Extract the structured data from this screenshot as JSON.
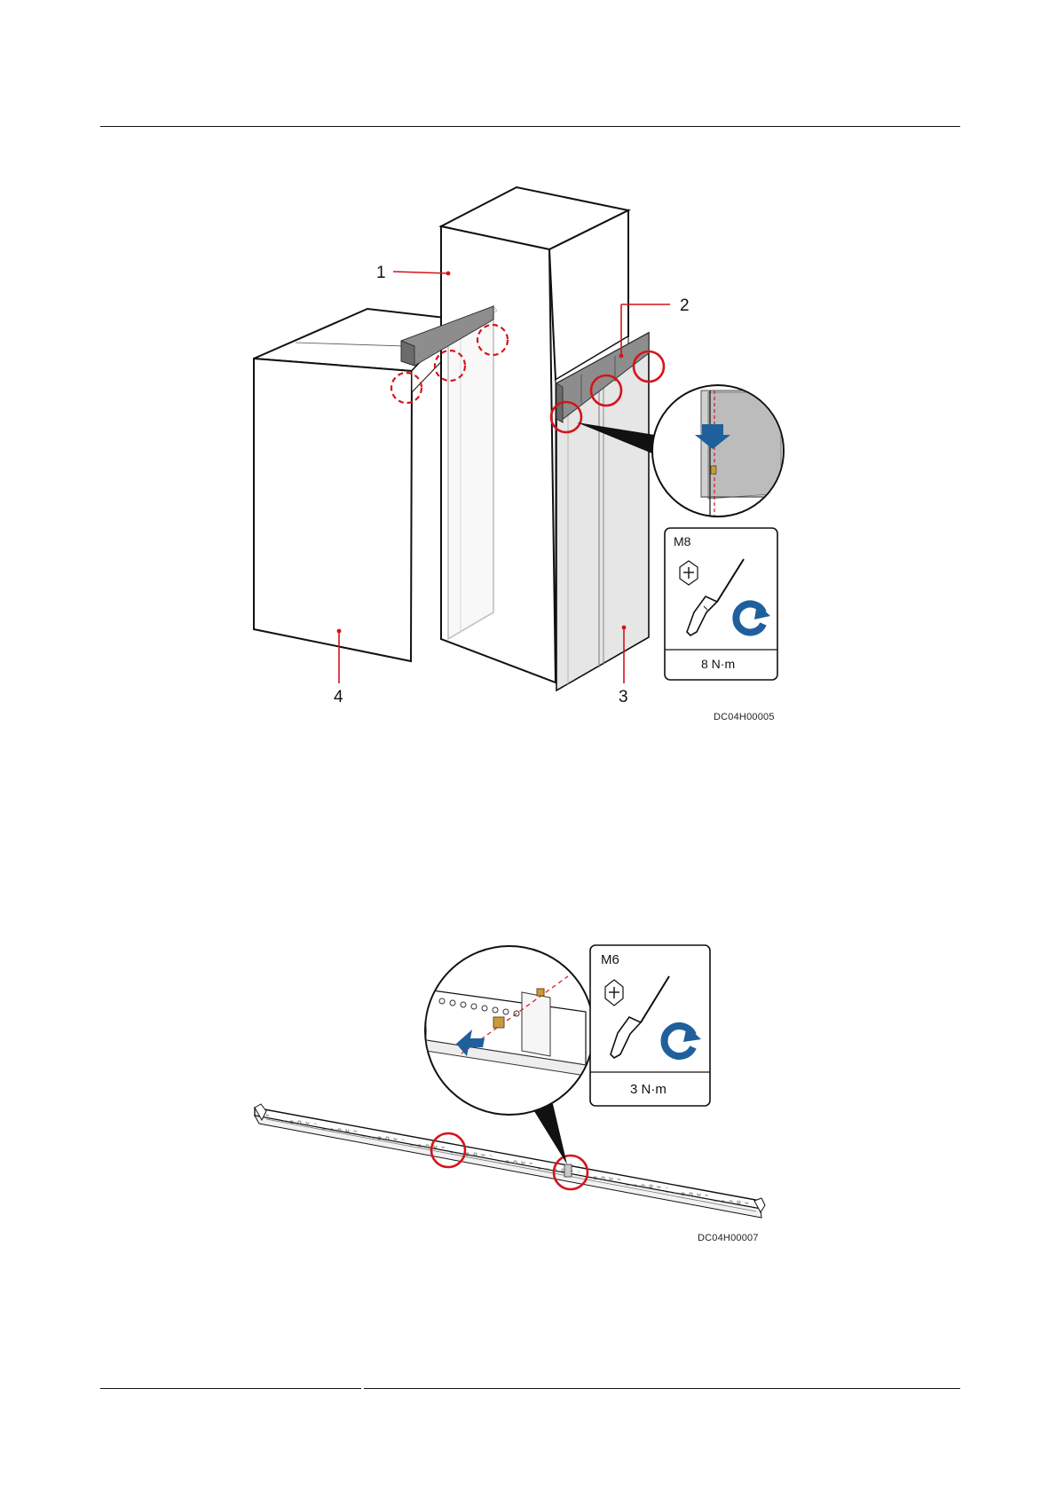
{
  "figure1": {
    "callouts": {
      "c1": "1",
      "c2": "2",
      "c3": "3",
      "c4": "4"
    },
    "tool": {
      "screw": "M8",
      "torque": "8 N·m"
    },
    "code": "DC04H00005"
  },
  "figure2": {
    "tool": {
      "screw": "M6",
      "torque": "3 N·m"
    },
    "code": "DC04H00007"
  },
  "colors": {
    "accent_red": "#d4141c",
    "arrow_blue": "#1f5f9c",
    "line": "#111111",
    "panel_gray": "#9a9a9a",
    "panel_light": "#e6e6e6"
  }
}
